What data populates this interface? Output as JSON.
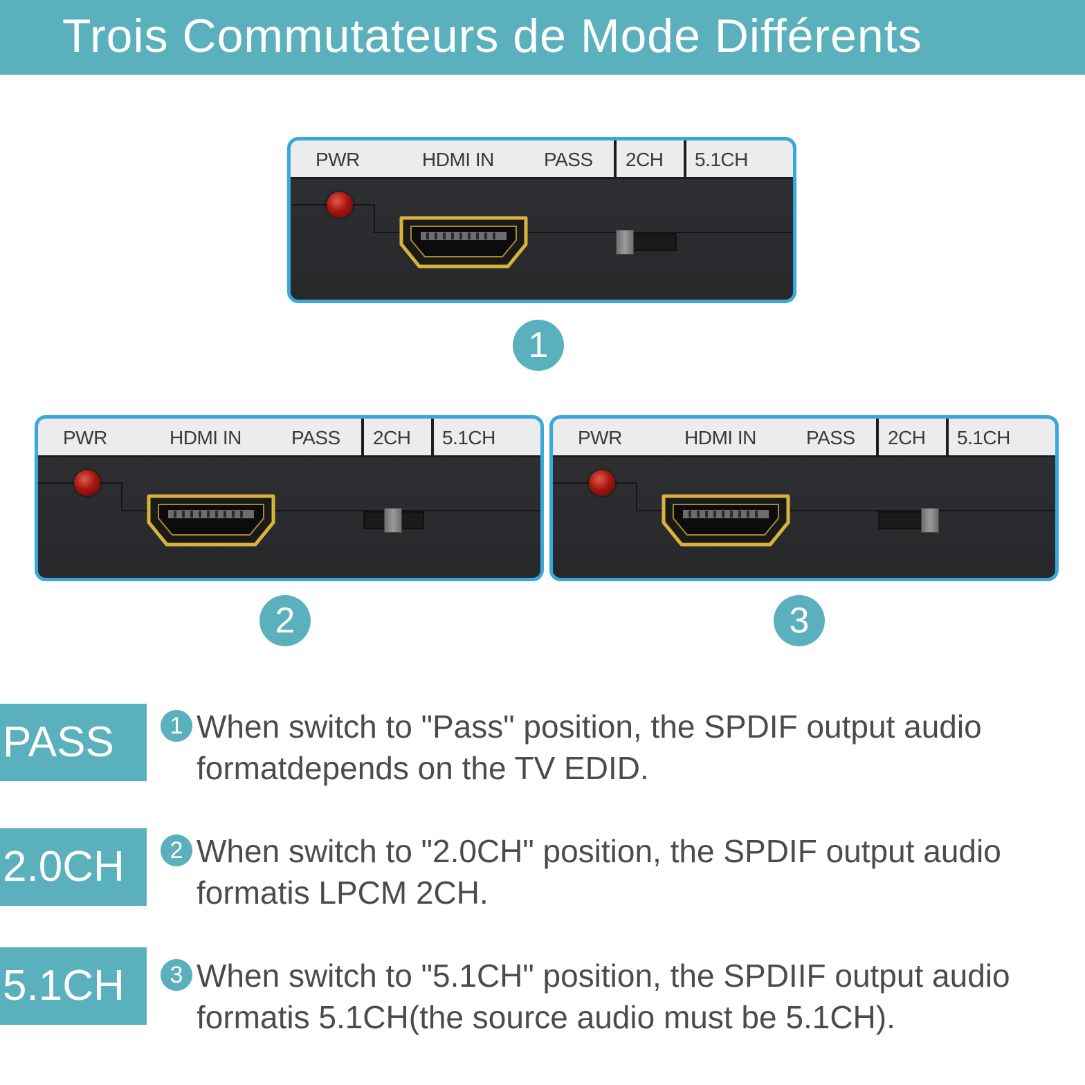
{
  "header": {
    "title": "Trois Commutateurs de Mode Différents"
  },
  "panel_labels": {
    "pwr": "PWR",
    "hdmi_in": "HDMI IN",
    "pass": "PASS",
    "ch2": "2CH",
    "ch51": "5.1CH"
  },
  "steps": [
    {
      "number": "1",
      "switch_position": "PASS"
    },
    {
      "number": "2",
      "switch_position": "2CH"
    },
    {
      "number": "3",
      "switch_position": "5.1CH"
    }
  ],
  "modes": [
    {
      "tag": "PASS",
      "number": "1",
      "line1": "When switch to \"Pass\" position, the SPDIF output audio",
      "line2": "formatdepends on the TV EDID."
    },
    {
      "tag": "2.0CH",
      "number": "2",
      "line1": "When switch to \"2.0CH\" position, the SPDIF output audio",
      "line2": "formatis LPCM 2CH."
    },
    {
      "tag": "5.1CH",
      "number": "3",
      "line1": "When switch to \"5.1CH\" position, the SPDIIF output audio",
      "line2": "formatis 5.1CH(the source audio must be 5.1CH)."
    }
  ],
  "colors": {
    "accent": "#5ab0bd",
    "panel_border": "#3aa8dc",
    "panel_body": "#2a2b2e",
    "hdmi_gold": "#d9b43a",
    "led_red": "#a7160f"
  }
}
